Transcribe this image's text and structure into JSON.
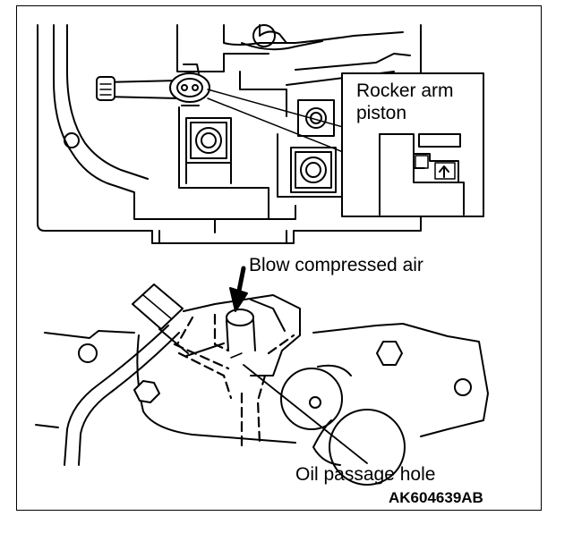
{
  "labels": {
    "rocker_arm_piston_line1": "Rocker arm",
    "rocker_arm_piston_line2": "piston",
    "blow_compressed_air": "Blow compressed air",
    "oil_passage_hole": "Oil passage hole",
    "figure_code": "AK604639AB"
  },
  "colors": {
    "ink": "#000000",
    "paper": "#ffffff",
    "shade": "#bdbdbd"
  }
}
